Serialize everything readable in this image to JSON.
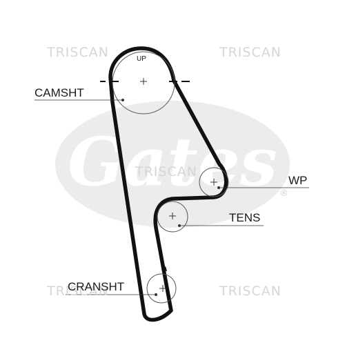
{
  "watermark": {
    "brand": "TRISCAN"
  },
  "background_logo": {
    "text": "Gates",
    "registered_mark": "®",
    "color": "#ececec"
  },
  "labels": {
    "camshaft": "CAMSHT",
    "camshaft_up": "UP",
    "water_pump": "WP",
    "tensioner": "TENS",
    "crankshaft": "CRANSHT"
  },
  "colors": {
    "belt": "#111111",
    "pulley_outline": "#555555",
    "leader_line": "#333333",
    "watermark": "#d6d6d6"
  },
  "icons": {
    "pulley_center": "plus-cross-icon",
    "rotation_direction": "arrow-icon"
  }
}
